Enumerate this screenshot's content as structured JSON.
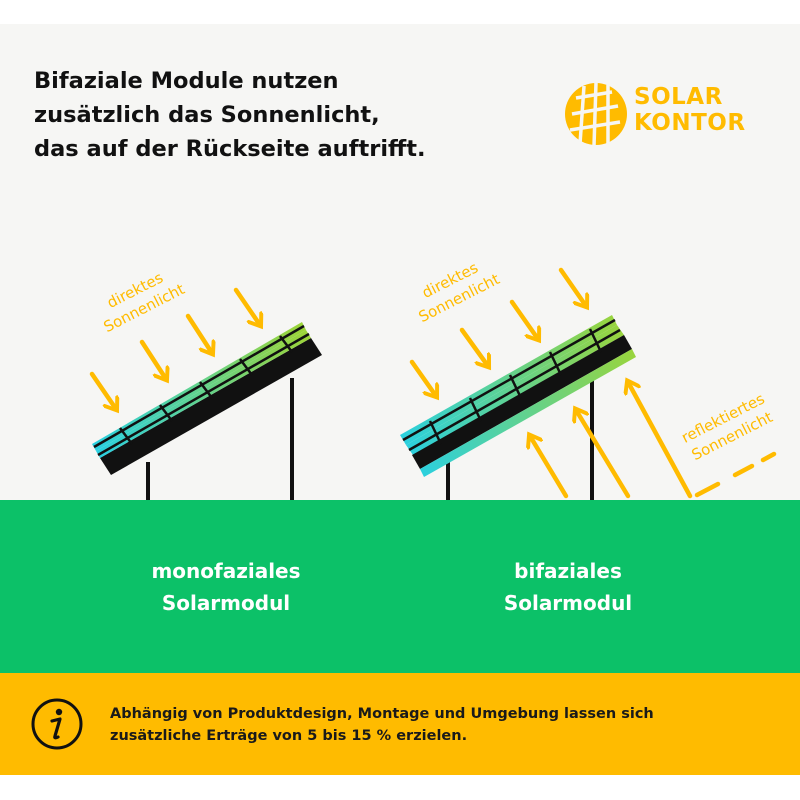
{
  "headline": {
    "line1": "Bifaziale Module nutzen",
    "line2": "zusätzlich das Sonnenlicht,",
    "line3": "das auf der Rückseite auftrifft."
  },
  "logo": {
    "line1": "SOLAR",
    "line2": "KONTOR",
    "icon": "solar-panel-sun-logo"
  },
  "labels": {
    "direct_left_1": "direktes",
    "direct_left_2": "Sonnenlicht",
    "direct_right_1": "direktes",
    "direct_right_2": "Sonnenlicht",
    "reflected_1": "reflektiertes",
    "reflected_2": "Sonnenlicht"
  },
  "ground_labels": {
    "mono_1": "monofaziales",
    "mono_2": "Solarmodul",
    "bi_1": "bifaziales",
    "bi_2": "Solarmodul"
  },
  "footer": {
    "icon": "info-icon",
    "line1": "Abhängig von Produktdesign, Montage und Umgebung lassen sich",
    "line2": "zusätzliche Erträge von 5 bis 15 % erzielen."
  },
  "colors": {
    "accent": "#ffbb00",
    "ground": "#0cc168",
    "panel_start": "#2ad0e0",
    "panel_end": "#9bd43a",
    "background": "#f6f6f4"
  }
}
